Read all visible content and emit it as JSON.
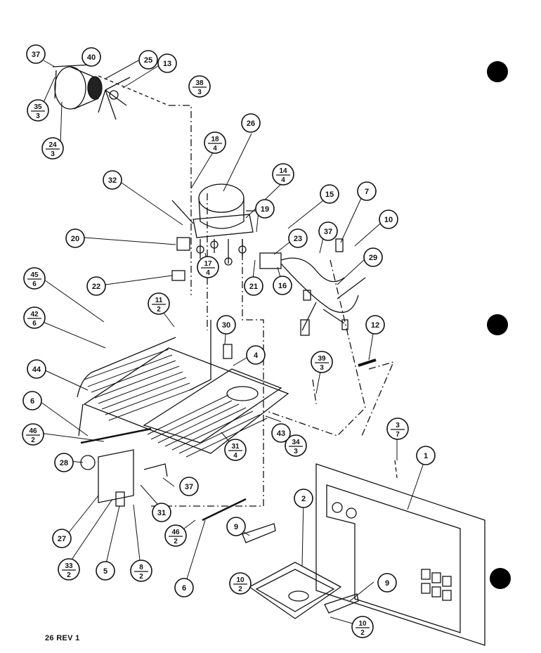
{
  "footer_label": "26 REV 1",
  "callouts": [
    {
      "id": "c37a",
      "num": "37"
    },
    {
      "id": "c40",
      "num": "40"
    },
    {
      "id": "c25",
      "num": "25"
    },
    {
      "id": "c13",
      "num": "13"
    },
    {
      "id": "c38",
      "num": "38",
      "den": "3"
    },
    {
      "id": "c35",
      "num": "35",
      "den": "3"
    },
    {
      "id": "c24",
      "num": "24",
      "den": "3"
    },
    {
      "id": "c26",
      "num": "26"
    },
    {
      "id": "c18",
      "num": "18",
      "den": "4"
    },
    {
      "id": "c32",
      "num": "32"
    },
    {
      "id": "c14",
      "num": "14",
      "den": "4"
    },
    {
      "id": "c15",
      "num": "15"
    },
    {
      "id": "c7",
      "num": "7"
    },
    {
      "id": "c10a",
      "num": "10"
    },
    {
      "id": "c19",
      "num": "19"
    },
    {
      "id": "c20",
      "num": "20"
    },
    {
      "id": "c23",
      "num": "23"
    },
    {
      "id": "c37b",
      "num": "37"
    },
    {
      "id": "c29",
      "num": "29"
    },
    {
      "id": "c17",
      "num": "17",
      "den": "4"
    },
    {
      "id": "c21",
      "num": "21"
    },
    {
      "id": "c16",
      "num": "16"
    },
    {
      "id": "c22",
      "num": "22"
    },
    {
      "id": "c45",
      "num": "45",
      "den": "6"
    },
    {
      "id": "c11",
      "num": "11",
      "den": "2"
    },
    {
      "id": "c42",
      "num": "42",
      "den": "6"
    },
    {
      "id": "c30",
      "num": "30"
    },
    {
      "id": "c4",
      "num": "4"
    },
    {
      "id": "c12",
      "num": "12"
    },
    {
      "id": "c44",
      "num": "44"
    },
    {
      "id": "c39",
      "num": "39",
      "den": "3"
    },
    {
      "id": "c6a",
      "num": "6"
    },
    {
      "id": "c46a",
      "num": "46",
      "den": "2"
    },
    {
      "id": "c34",
      "num": "34",
      "den": "3"
    },
    {
      "id": "c43",
      "num": "43"
    },
    {
      "id": "c3",
      "num": "3",
      "den": "7"
    },
    {
      "id": "c1",
      "num": "1"
    },
    {
      "id": "c28",
      "num": "28"
    },
    {
      "id": "c31a",
      "num": "31",
      "den": "4"
    },
    {
      "id": "c37c",
      "num": "37"
    },
    {
      "id": "c31b",
      "num": "31"
    },
    {
      "id": "c2",
      "num": "2"
    },
    {
      "id": "c27",
      "num": "27"
    },
    {
      "id": "c46b",
      "num": "46",
      "den": "2"
    },
    {
      "id": "c9a",
      "num": "9"
    },
    {
      "id": "c33",
      "num": "33",
      "den": "2"
    },
    {
      "id": "c5",
      "num": "5"
    },
    {
      "id": "c8",
      "num": "8",
      "den": "2"
    },
    {
      "id": "c10b",
      "num": "10",
      "den": "2"
    },
    {
      "id": "c6b",
      "num": "6"
    },
    {
      "id": "c9b",
      "num": "9"
    },
    {
      "id": "c10c",
      "num": "10",
      "den": "2"
    }
  ]
}
